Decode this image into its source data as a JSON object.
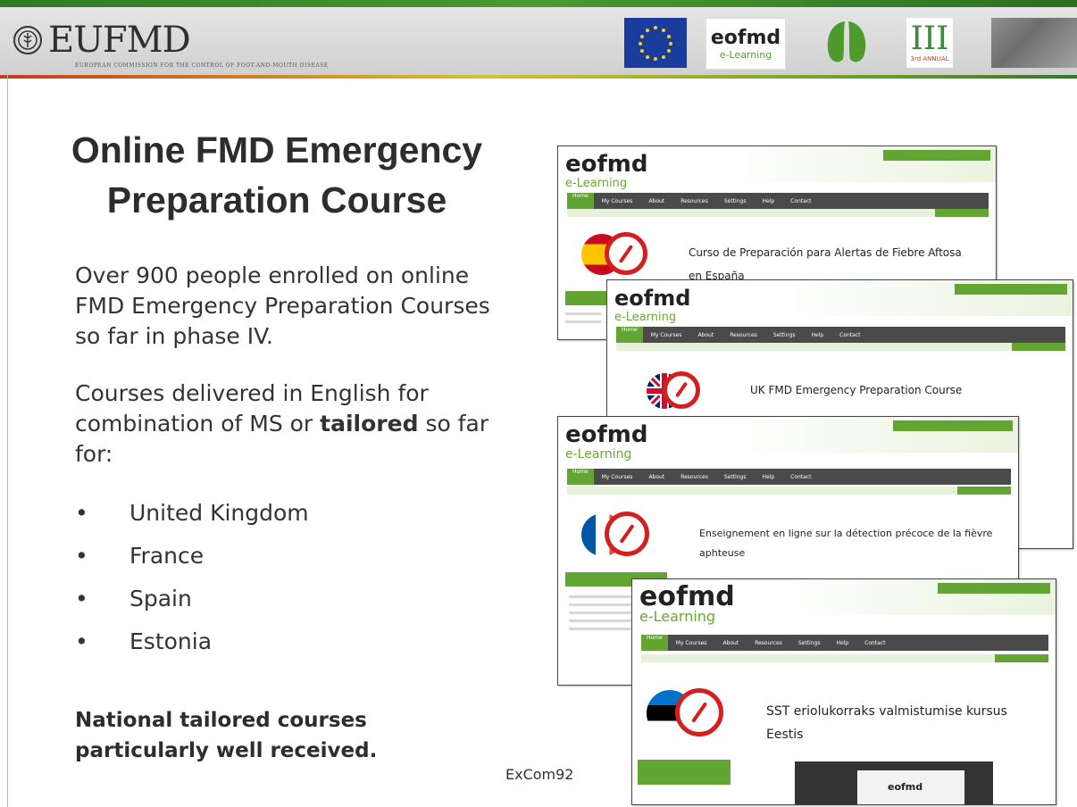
{
  "header": {
    "logo_text": "EUFMD",
    "logo_subtitle": "EUROPEAN COMMISSION FOR THE CONTROL OF FOOT-AND-MOUTH DISEASE",
    "eofmd_logo": {
      "main": "eofmd",
      "sub": "e-Learning"
    },
    "three_logo": {
      "main": "III",
      "sub": "3rd ANNUAL"
    },
    "colors": {
      "green": "#2f7a25",
      "accent_green": "#62a532",
      "eu_blue": "#1a3c9c"
    }
  },
  "slide": {
    "title": "Online FMD Emergency Preparation Course",
    "paragraph1": "Over 900 people enrolled on online FMD Emergency Preparation Courses so far in phase IV.",
    "paragraph2_before": "Courses delivered in English for combination of MS or ",
    "paragraph2_bold": "tailored",
    "paragraph2_after": " so far for:",
    "bullet_glyph": "•",
    "bullets": [
      "United Kingdom",
      "France",
      "Spain",
      "Estonia"
    ],
    "conclusion": "National tailored courses particularly well received.",
    "footer_label": "ExCom92"
  },
  "screenshots": {
    "nav_items": [
      "Home",
      "My Courses",
      "About",
      "Resources",
      "Settings",
      "Help",
      "Contact"
    ],
    "brand_main": "eofmd",
    "brand_sub": "e-Learning",
    "spain": {
      "title_line1": "Curso de Preparación para Alertas de Fiebre Aftosa",
      "title_line2": "en España"
    },
    "uk": {
      "title": "UK FMD Emergency Preparation Course"
    },
    "france": {
      "title_line1": "Enseignement en ligne sur la détection précoce de la fièvre",
      "title_line2": "aphteuse"
    },
    "estonia": {
      "title_line1": "SST eriolukorraks valmistumise kursus",
      "title_line2": "Eestis",
      "video_brand": "eofmd"
    }
  }
}
